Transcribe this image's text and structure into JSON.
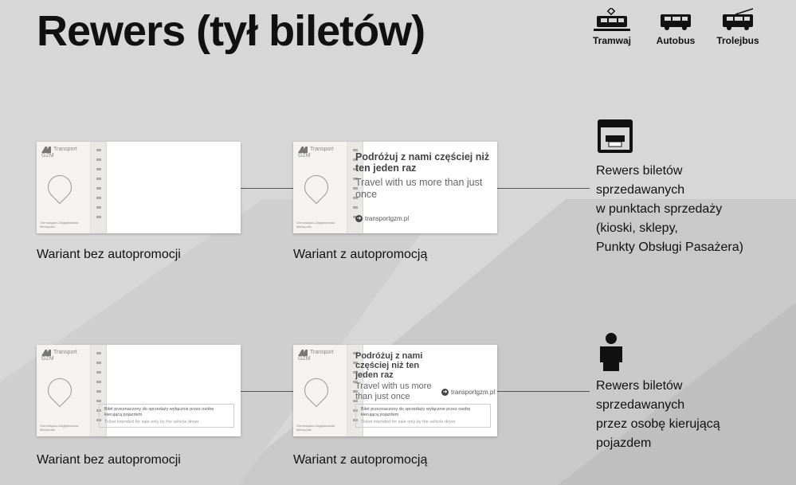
{
  "title": "Rewers (tył biletów)",
  "vehicles": [
    {
      "icon": "tram-icon",
      "label": "Tramwaj"
    },
    {
      "icon": "bus-icon",
      "label": "Autobus"
    },
    {
      "icon": "trolleybus-icon",
      "label": "Trolejbus"
    }
  ],
  "ticket": {
    "logo": "Transport GZM",
    "metro": "Górnośląsko-Zagłębiowska Metropolia",
    "promo_pl": "Podróżuj z nami częściej niż ten jeden raz",
    "promo_en": "Travel with us more than just once",
    "url": "transportgzm.pl",
    "note_pl": "Bilet przeznaczony do sprzedaży wyłącznie przez osobę kierującą pojazdem",
    "note_en": "Ticket intended for sale only by the vehicle driver"
  },
  "captions": {
    "without": "Wariant bez autopromocji",
    "with": "Wariant z autopromocją"
  },
  "rows": [
    {
      "icon": "ticket-machine-icon",
      "description": [
        "Rewers biletów",
        "sprzedawanych",
        "w punktach sprzedaży",
        "(kioski, sklepy,",
        "Punkty Obsługi Pasażera)"
      ]
    },
    {
      "icon": "driver-person-icon",
      "description": [
        "Rewers biletów",
        "sprzedawanych",
        "przez osobę kierującą",
        "pojazdem"
      ]
    }
  ]
}
